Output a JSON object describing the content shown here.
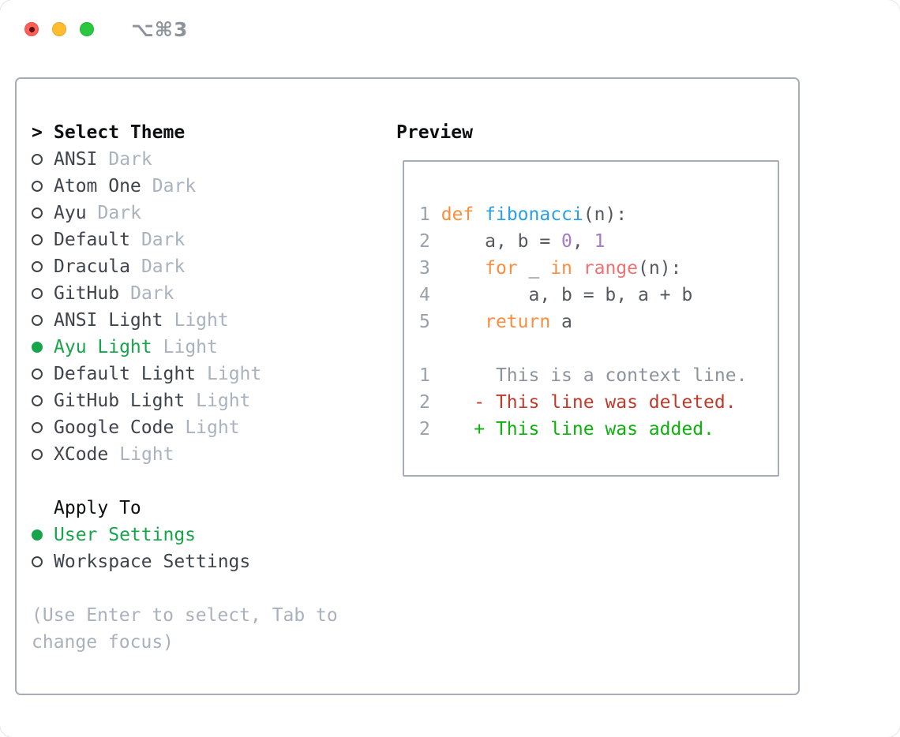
{
  "window": {
    "title": "⌥⌘3"
  },
  "theme_picker": {
    "prompt": ">",
    "title": "Select Theme",
    "items": [
      {
        "name": "ANSI",
        "tag": "Dark",
        "selected": false
      },
      {
        "name": "Atom One",
        "tag": "Dark",
        "selected": false
      },
      {
        "name": "Ayu",
        "tag": "Dark",
        "selected": false
      },
      {
        "name": "Default",
        "tag": "Dark",
        "selected": false
      },
      {
        "name": "Dracula",
        "tag": "Dark",
        "selected": false
      },
      {
        "name": "GitHub",
        "tag": "Dark",
        "selected": false
      },
      {
        "name": "ANSI Light",
        "tag": "Light",
        "selected": false
      },
      {
        "name": "Ayu Light",
        "tag": "Light",
        "selected": true
      },
      {
        "name": "Default Light",
        "tag": "Light",
        "selected": false
      },
      {
        "name": "GitHub Light",
        "tag": "Light",
        "selected": false
      },
      {
        "name": "Google Code",
        "tag": "Light",
        "selected": false
      },
      {
        "name": "XCode",
        "tag": "Light",
        "selected": false
      }
    ],
    "apply_to": {
      "label": "Apply To",
      "options": [
        {
          "name": "User Settings",
          "selected": true
        },
        {
          "name": "Workspace Settings",
          "selected": false
        }
      ]
    },
    "help": "(Use Enter to select, Tab to change focus)"
  },
  "preview": {
    "label": "Preview",
    "lines": [
      [
        [
          "ln",
          "1"
        ],
        [
          "pl",
          " "
        ],
        [
          "kw",
          "def"
        ],
        [
          "pl",
          " "
        ],
        [
          "fn",
          "fibonacci"
        ],
        [
          "pl",
          "(n):"
        ]
      ],
      [
        [
          "ln",
          "2"
        ],
        [
          "pl",
          "     a, b = "
        ],
        [
          "num",
          "0"
        ],
        [
          "pl",
          ", "
        ],
        [
          "num",
          "1"
        ]
      ],
      [
        [
          "ln",
          "3"
        ],
        [
          "pl",
          "     "
        ],
        [
          "kw",
          "for"
        ],
        [
          "pl",
          " _ "
        ],
        [
          "kw",
          "in"
        ],
        [
          "pl",
          " "
        ],
        [
          "call",
          "range"
        ],
        [
          "pl",
          "(n):"
        ]
      ],
      [
        [
          "ln",
          "4"
        ],
        [
          "pl",
          "         a, b = b, a + b"
        ]
      ],
      [
        [
          "ln",
          "5"
        ],
        [
          "pl",
          "     "
        ],
        [
          "kw",
          "return"
        ],
        [
          "pl",
          " a"
        ]
      ],
      [],
      [
        [
          "ln",
          "1"
        ],
        [
          "ctx",
          "      This is a context line."
        ]
      ],
      [
        [
          "ln",
          "2"
        ],
        [
          "pl",
          "    "
        ],
        [
          "del",
          "- This line was deleted."
        ]
      ],
      [
        [
          "ln",
          "2"
        ],
        [
          "pl",
          "    "
        ],
        [
          "add",
          "+ This line was added."
        ]
      ]
    ]
  },
  "colors": {
    "accent_green": "#17a44b",
    "item_text": "#3f444c",
    "item_tag": "#a9b2bf",
    "muted": "#a9b1bc",
    "line_number": "#98a1ab",
    "code_plain": "#55595f",
    "keyword_orange": "#fa8d3e",
    "function_blue": "#2b9fe6",
    "builtin_coral": "#f07171",
    "number_purple": "#a37acc",
    "diff_context": "#8b939c",
    "diff_deleted": "#c03a2b",
    "diff_added": "#0cb20c",
    "border": "#a6adb7",
    "titlebar_title": "#8d939a",
    "traffic_red": "#ff5f57",
    "traffic_yellow": "#febc2e",
    "traffic_green": "#29c83f"
  }
}
